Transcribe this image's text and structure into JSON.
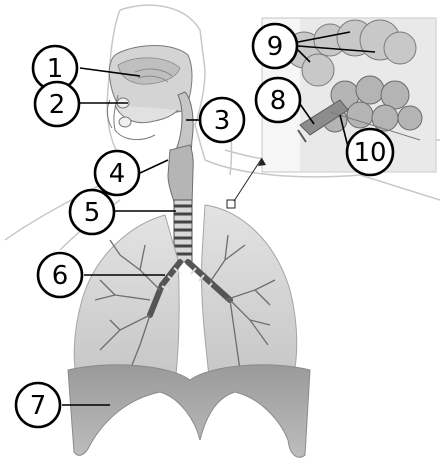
{
  "diagram": {
    "subject": "human respiratory system",
    "colors": {
      "tissue_light": "#d2d2d2",
      "tissue_mid": "#a9a9a9",
      "tissue_dark": "#6f6f6f",
      "outline": "#5a5a5a",
      "inset_bg": "#d9d9d9",
      "label_stroke": "#000000"
    },
    "callouts": [
      {
        "id": "c1",
        "label": "1"
      },
      {
        "id": "c2",
        "label": "2"
      },
      {
        "id": "c3",
        "label": "3"
      },
      {
        "id": "c4",
        "label": "4"
      },
      {
        "id": "c5",
        "label": "5"
      },
      {
        "id": "c6",
        "label": "6"
      },
      {
        "id": "c7",
        "label": "7"
      },
      {
        "id": "c8",
        "label": "8"
      },
      {
        "id": "c9",
        "label": "9"
      },
      {
        "id": "c10",
        "label": "10"
      }
    ]
  }
}
